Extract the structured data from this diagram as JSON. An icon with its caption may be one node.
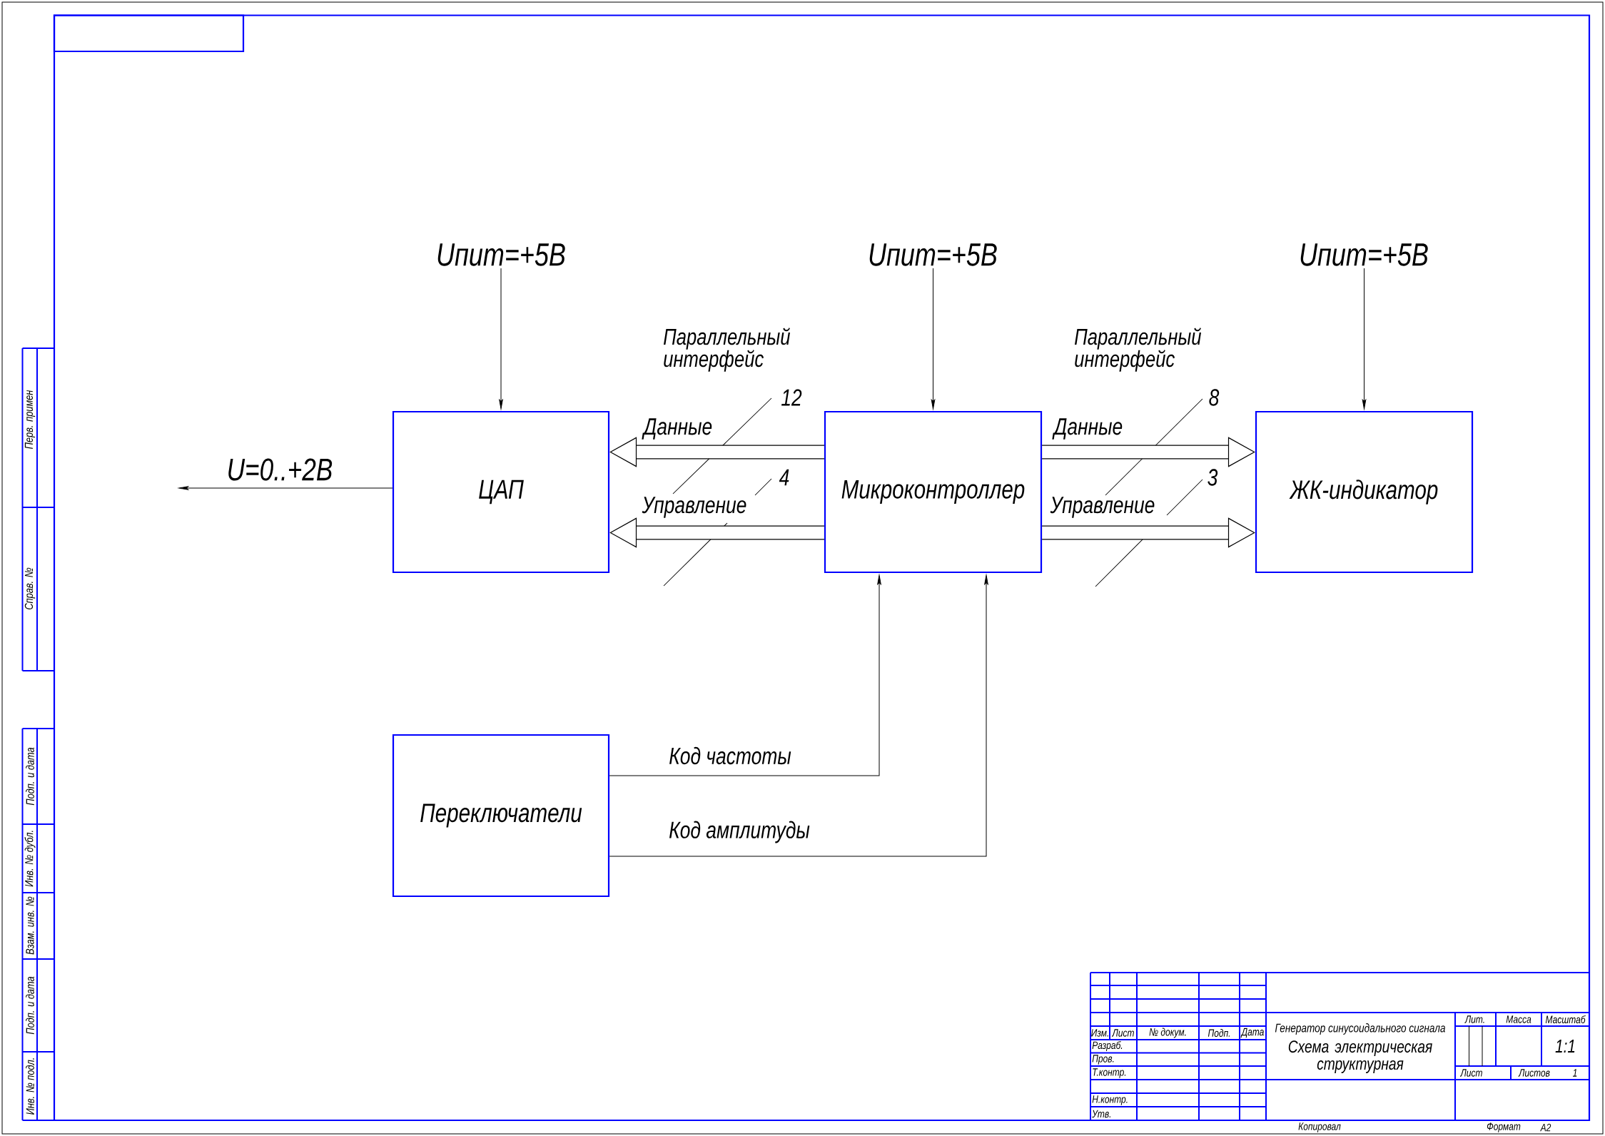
{
  "diagram": {
    "nodes": [
      {
        "text": [
          "Uпит=+5В"
        ]
      },
      {
        "text": [
          "Uпит=+5В"
        ]
      },
      {
        "text": [
          "Uпит=+5В"
        ]
      },
      {
        "text": [
          "ЦАП"
        ]
      },
      {
        "text": [
          "Микроконтроллер"
        ]
      },
      {
        "text": [
          "ЖК-индикатор"
        ]
      },
      {
        "text": [
          "Переключатели"
        ]
      }
    ],
    "edges": [
      {
        "from": 0,
        "to": 3,
        "arrow": "to"
      },
      {
        "from": 1,
        "to": 4,
        "arrow": "to"
      },
      {
        "from": 2,
        "to": 5,
        "arrow": "to"
      },
      {
        "from": 4,
        "to": 3,
        "arrow": "to",
        "label": "Данные",
        "style": "thick"
      },
      {
        "from": 4,
        "to": 3,
        "arrow": "to",
        "label": "Управление",
        "style": "thick"
      },
      {
        "from": 4,
        "to": 5,
        "arrow": "to",
        "label": "Данные",
        "style": "thick"
      },
      {
        "from": 4,
        "to": 5,
        "arrow": "to",
        "label": "Управление",
        "style": "thick"
      },
      {
        "from": 3,
        "to": null,
        "arrow": "to",
        "label": "U=0..+2В"
      },
      {
        "from": 6,
        "to": 4,
        "arrow": "to",
        "label": "Код частоты"
      },
      {
        "from": 6,
        "to": 4,
        "arrow": "to",
        "label": "Код амплитуды"
      }
    ],
    "labels": [
      "Параллельный интерфейс",
      "12",
      "4",
      "Параллельный интерфейс",
      "8",
      "3",
      "Перв. примен",
      "Справ. №",
      "Подп. и дата",
      "Инв. № дубл.",
      "Взам. инв. №",
      "Подп. и дата",
      "Инв. № подл.",
      "Изм.",
      "Лист",
      "№ докум.",
      "Подп.",
      "Дата",
      "Разраб.",
      "Пров.",
      "Т.контр.",
      "Н.контр.",
      "Утв.",
      "Генератор синусоидального сигнала",
      "Схема электрическая структурная",
      "Лит.",
      "Масса",
      "Масштаб",
      "1:1",
      "Лист",
      "Листов",
      "1",
      "Копировал",
      "Формат",
      "A2"
    ]
  }
}
